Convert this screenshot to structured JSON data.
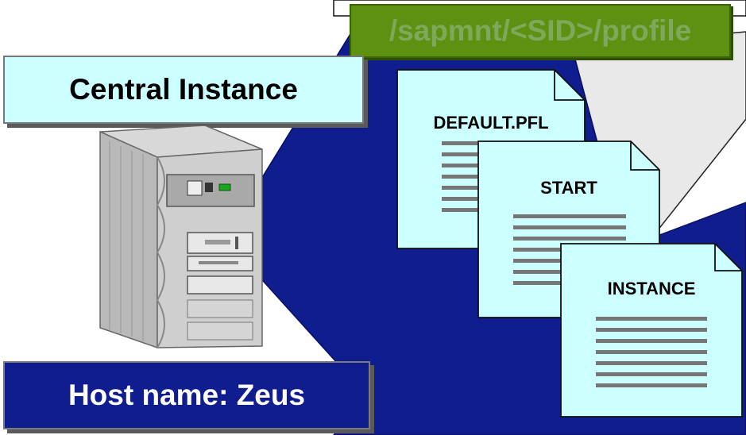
{
  "profile_directory": {
    "path": "/sapmnt/<SID>/profile"
  },
  "central_instance": {
    "label": "Central Instance"
  },
  "host": {
    "label": "Host name: Zeus"
  },
  "profile_files": [
    {
      "name": "DEFAULT.PFL"
    },
    {
      "name": "START"
    },
    {
      "name": "INSTANCE"
    }
  ],
  "colors": {
    "background_blue": "#0f1d8f",
    "light_panel": "#e9e9e9",
    "path_green": "#5e9111",
    "path_text": "#7fa85a",
    "document_fill": "#ccffff",
    "label_fill": "#ccffff"
  },
  "icons": {
    "server": "server-tower-icon",
    "document": "document-icon"
  }
}
